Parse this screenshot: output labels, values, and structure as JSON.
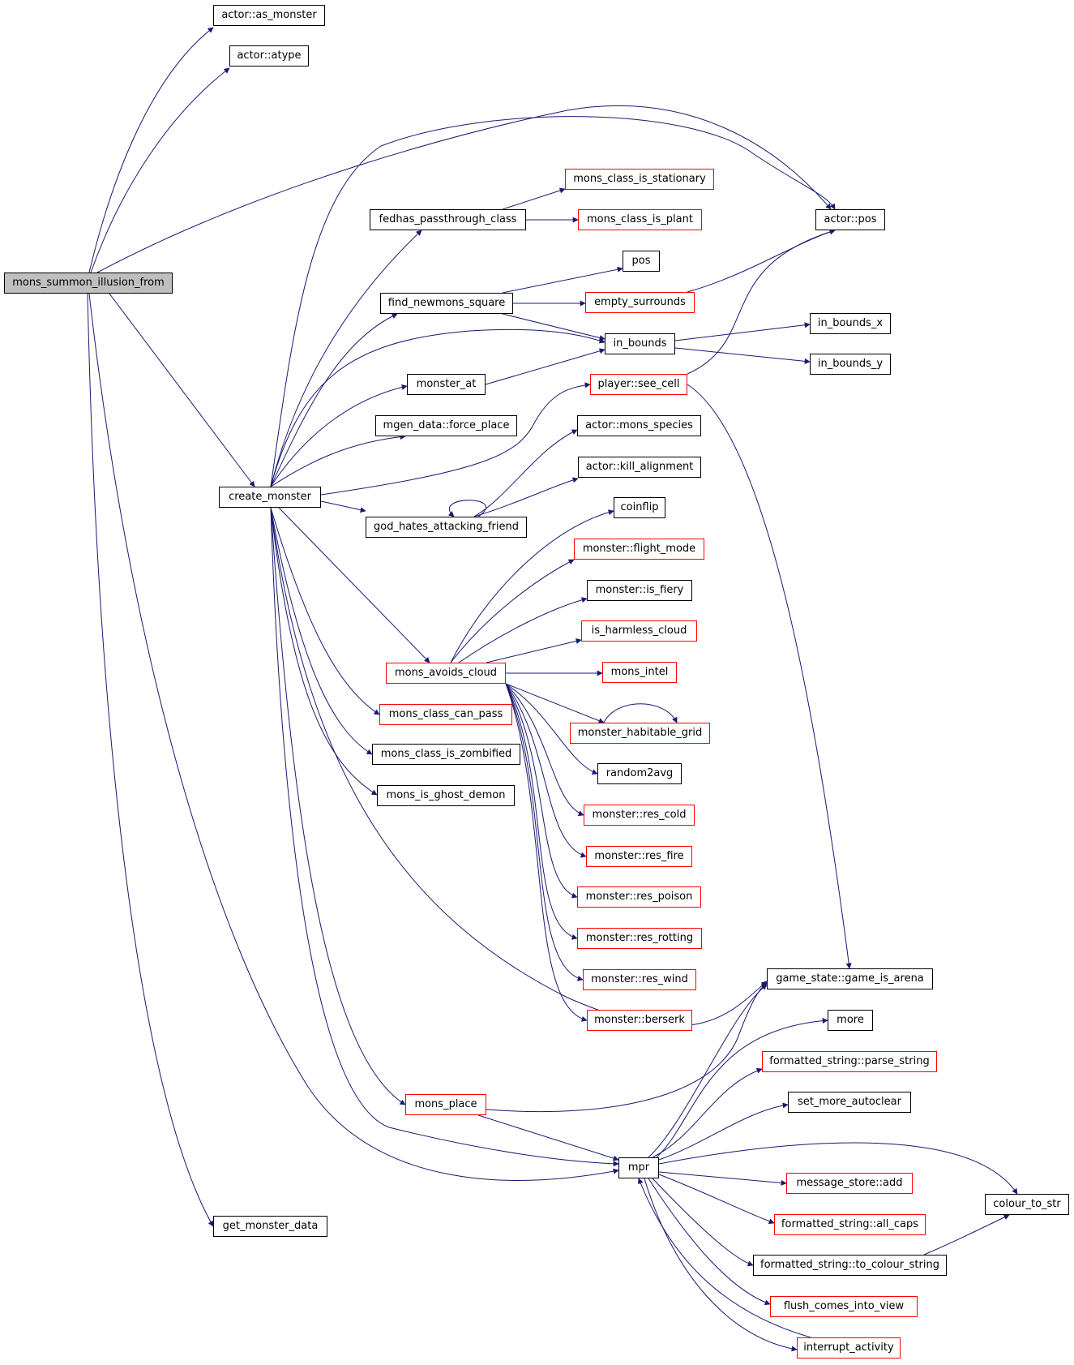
{
  "colors": {
    "edge": "#191970",
    "node_border": "#000000",
    "node_border_incomplete": "#ff0000",
    "root_fill": "#bfbfbf"
  },
  "nodes": {
    "mons_summon_illusion_from": "mons_summon_illusion_from",
    "actor_as_monster": "actor::as_monster",
    "actor_atype": "actor::atype",
    "actor_pos": "actor::pos",
    "create_monster": "create_monster",
    "get_monster_data": "get_monster_data",
    "fedhas_passthrough_class": "fedhas_passthrough_class",
    "mons_class_is_stationary": "mons_class_is_stationary",
    "mons_class_is_plant": "mons_class_is_plant",
    "pos": "pos",
    "find_newmons_square": "find_newmons_square",
    "empty_surrounds": "empty_surrounds",
    "in_bounds": "in_bounds",
    "in_bounds_x": "in_bounds_x",
    "in_bounds_y": "in_bounds_y",
    "monster_at": "monster_at",
    "player_see_cell": "player::see_cell",
    "mgen_data_force_place": "mgen_data::force_place",
    "actor_mons_species": "actor::mons_species",
    "actor_kill_alignment": "actor::kill_alignment",
    "god_hates_attacking_friend": "god_hates_attacking_friend",
    "coinflip": "coinflip",
    "monster_flight_mode": "monster::flight_mode",
    "monster_is_fiery": "monster::is_fiery",
    "is_harmless_cloud": "is_harmless_cloud",
    "mons_avoids_cloud": "mons_avoids_cloud",
    "mons_intel": "mons_intel",
    "mons_class_can_pass": "mons_class_can_pass",
    "monster_habitable_grid": "monster_habitable_grid",
    "mons_class_is_zombified": "mons_class_is_zombified",
    "random2avg": "random2avg",
    "mons_is_ghost_demon": "mons_is_ghost_demon",
    "monster_res_cold": "monster::res_cold",
    "monster_res_fire": "monster::res_fire",
    "monster_res_poison": "monster::res_poison",
    "monster_res_rotting": "monster::res_rotting",
    "monster_res_wind": "monster::res_wind",
    "game_state_game_is_arena": "game_state::game_is_arena",
    "monster_berserk": "monster::berserk",
    "more": "more",
    "formatted_string_parse_string": "formatted_string::parse_string",
    "mons_place": "mons_place",
    "set_more_autoclear": "set_more_autoclear",
    "mpr": "mpr",
    "message_store_add": "message_store::add",
    "colour_to_str": "colour_to_str",
    "formatted_string_all_caps": "formatted_string::all_caps",
    "formatted_string_to_colour_string": "formatted_string::to_colour_string",
    "flush_comes_into_view": "flush_comes_into_view",
    "interrupt_activity": "interrupt_activity"
  }
}
